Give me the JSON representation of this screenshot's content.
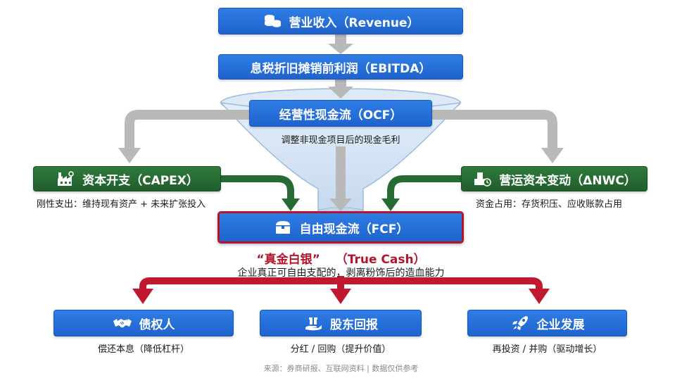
{
  "nodes": {
    "revenue": "营业收入（Revenue）",
    "ebitda": "息税折旧摊销前利润（EBITDA）",
    "ocf": "经营性现金流（OCF）",
    "ocf_sub": "调整非现金项目后的现金毛利",
    "capex": "资本开支（CAPEX）",
    "capex_sub": "刚性支出：维持现有资产 + 未来扩张投入",
    "nwc": "营运资本变动（ΔNWC）",
    "nwc_sub": "资金占用：存货积压、应收账款占用",
    "fcf": "自由现金流（FCF）",
    "true_cash_cn": "“真金白银”",
    "true_cash_en": "（True Cash）",
    "fcf_desc": "企业真正可自由支配的，剥离粉饰后的造血能力",
    "debt": "债权人",
    "debt_sub": "偿还本息（降低杠杆）",
    "equity": "股东回报",
    "equity_sub": "分红 / 回购（提升价值）",
    "growth": "企业发展",
    "growth_sub": "再投资 / 并购（驱动增长）"
  },
  "source": "来源：券商研报、互联网资料 | 数据仅供参考",
  "icons": {
    "revenue": "coins-icon",
    "capex": "factory-icon",
    "nwc": "boxes-clock-icon",
    "fcf": "treasure-chest-icon",
    "debt": "handshake-icon",
    "equity": "gift-hand-icon",
    "growth": "rocket-icon"
  },
  "colors": {
    "blue": "#2470dc",
    "green": "#266b33",
    "red": "#c0182e",
    "gray": "#b9b9b9",
    "funnel": "#cfe0f3"
  }
}
